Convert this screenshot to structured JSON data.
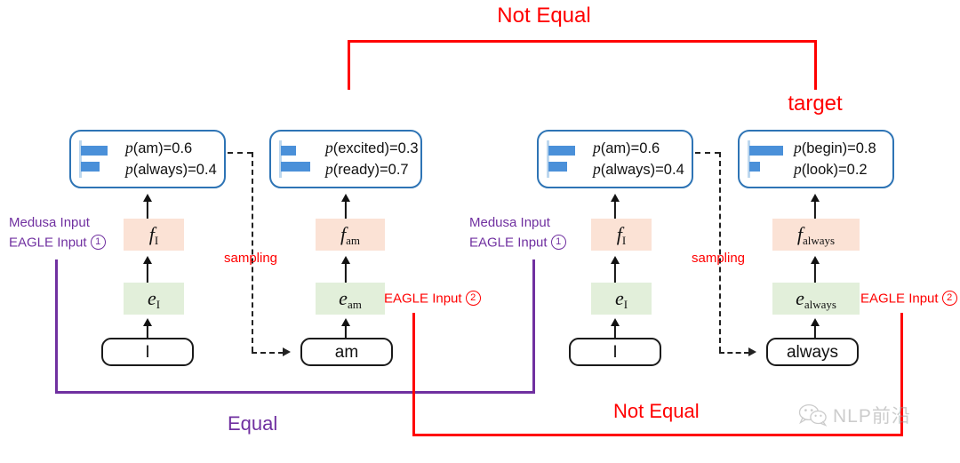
{
  "diagram": {
    "title_top": "Not Equal",
    "labels": {
      "target": "target",
      "sampling": "sampling",
      "equal": "Equal",
      "not_equal": "Not Equal",
      "medusa_input": "Medusa Input",
      "eagle_input_1_text": "EAGLE  Input ",
      "eagle_input_1_num": "1",
      "eagle_input_2_text": "EAGLE  Input ",
      "eagle_input_2_num": "2"
    },
    "colors": {
      "red": "#FF0000",
      "purple": "#7030A0",
      "prob_box_border": "#2E74B5",
      "bar_fill": "#4A90D9",
      "bar_axis": "#BDD7EE",
      "f_block_bg": "#FBE2D5",
      "e_block_bg": "#E2EFDA",
      "token_border": "#1A1A1A"
    },
    "columns": [
      {
        "id": "col-1",
        "token": "I",
        "e_label": "e",
        "e_sub": "I",
        "f_label": "f",
        "f_sub": "I",
        "is_target": false,
        "distribution": [
          {
            "token": "am",
            "prob": 0.6,
            "text": "p(am)=0.6"
          },
          {
            "token": "always",
            "prob": 0.4,
            "text": "p(always)=0.4"
          }
        ]
      },
      {
        "id": "col-2",
        "token": "am",
        "e_label": "e",
        "e_sub": "am",
        "f_label": "f",
        "f_sub": "am",
        "is_target": true,
        "distribution": [
          {
            "token": "excited",
            "prob": 0.3,
            "text": "p(excited)=0.3"
          },
          {
            "token": "ready",
            "prob": 0.7,
            "text": "p(ready)=0.7"
          }
        ]
      },
      {
        "id": "col-3",
        "token": "I",
        "e_label": "e",
        "e_sub": "I",
        "f_label": "f",
        "f_sub": "I",
        "is_target": false,
        "distribution": [
          {
            "token": "am",
            "prob": 0.6,
            "text": "p(am)=0.6"
          },
          {
            "token": "always",
            "prob": 0.4,
            "text": "p(always)=0.4"
          }
        ]
      },
      {
        "id": "col-4",
        "token": "always",
        "e_label": "e",
        "e_sub": "always",
        "f_label": "f",
        "f_sub": "always",
        "is_target": true,
        "distribution": [
          {
            "token": "begin",
            "prob": 0.8,
            "text": "p(begin)=0.8"
          },
          {
            "token": "look",
            "prob": 0.2,
            "text": "p(look)=0.2"
          }
        ]
      }
    ]
  },
  "watermark": {
    "text": "NLP前沿",
    "icon": "wechat-icon"
  }
}
